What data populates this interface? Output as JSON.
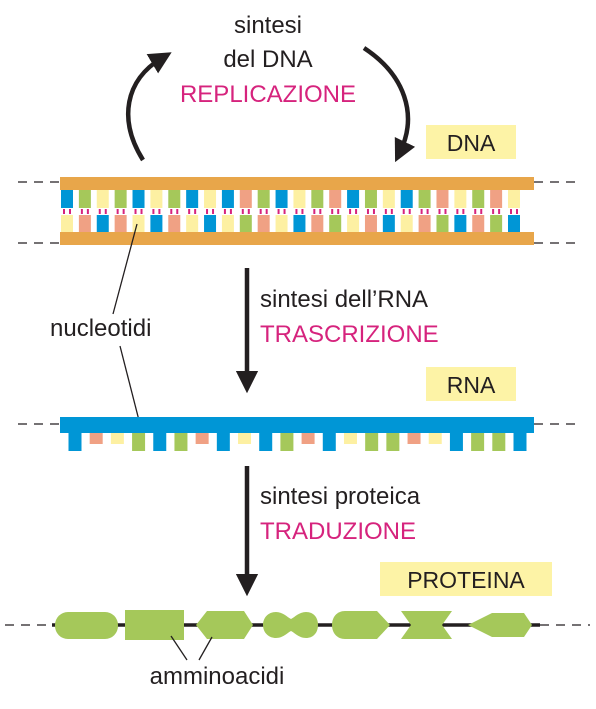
{
  "replication": {
    "line1": "sintesi",
    "line2": "del DNA",
    "process": "REPLICAZIONE"
  },
  "transcription": {
    "line1": "sintesi dell’RNA",
    "process": "TRASCRIZIONE"
  },
  "translation": {
    "line1": "sintesi proteica",
    "process": "TRADUZIONE"
  },
  "labels": {
    "dna": "DNA",
    "rna": "RNA",
    "protein": "PROTEINA",
    "nucleotides": "nucleotidi",
    "amino_acids": "amminoacidi"
  },
  "colors": {
    "backbone_dna": "#e8a64a",
    "backbone_rna": "#0096d6",
    "base_blue": "#0096d6",
    "base_green": "#a5c85a",
    "base_yellow": "#fdf0a2",
    "base_salmon": "#f0a184",
    "hbond": "#d6237d",
    "amino_acid": "#a5c85a",
    "label_box": "#fdf3a6",
    "process_text": "#d6237d",
    "text": "#231f20"
  },
  "dna_top_bases": [
    "blue",
    "green",
    "yellow",
    "green",
    "blue",
    "yellow",
    "green",
    "blue",
    "yellow",
    "blue",
    "salmon",
    "green",
    "blue",
    "yellow",
    "green",
    "salmon",
    "blue",
    "green",
    "yellow",
    "blue",
    "green",
    "salmon",
    "yellow",
    "green",
    "salmon",
    "yellow"
  ],
  "rna_bases": [
    "blue",
    "salmon",
    "yellow",
    "green",
    "blue",
    "green",
    "salmon",
    "blue",
    "yellow",
    "blue",
    "green",
    "salmon",
    "blue",
    "yellow",
    "green",
    "green",
    "salmon",
    "yellow",
    "blue",
    "green",
    "green",
    "blue"
  ],
  "amino_acid_chain": [
    "rounded",
    "rectangle",
    "hexagon",
    "peanut",
    "bullet",
    "bowtie",
    "diamond"
  ]
}
